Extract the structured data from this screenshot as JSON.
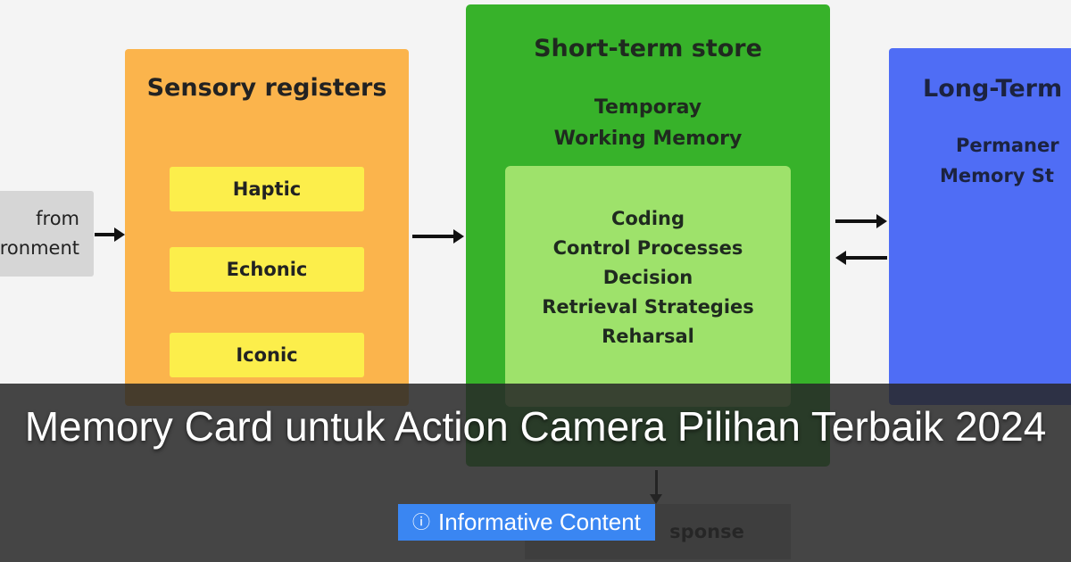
{
  "diagram": {
    "input": {
      "line1": "from",
      "line2": "ronment"
    },
    "sensory": {
      "title": "Sensory registers",
      "items": [
        "Haptic",
        "Echonic",
        "Iconic"
      ]
    },
    "short_term": {
      "title": "Short-term store",
      "subtitle_line1": "Temporay",
      "subtitle_line2": "Working Memory",
      "processes": [
        "Coding",
        "Control Processes",
        "Decision",
        "Retrieval Strategies",
        "Reharsal"
      ]
    },
    "long_term": {
      "title": "Long-Term",
      "subtitle_line1": "Permaner",
      "subtitle_line2": "Memory St"
    },
    "response": {
      "label": "sponse"
    },
    "colors": {
      "sensory": "#fbb44c",
      "sensory_item": "#fcee4b",
      "short_term": "#37b22a",
      "short_term_inner": "#9ee26b",
      "long_term": "#4f6df5",
      "input": "#d6d6d6"
    }
  },
  "overlay": {
    "headline": "Memory Card untuk Action Camera Pilihan Terbaik 2024",
    "badge": {
      "icon": "info-icon",
      "label": "Informative Content"
    },
    "badge_color": "#3a86f2"
  }
}
